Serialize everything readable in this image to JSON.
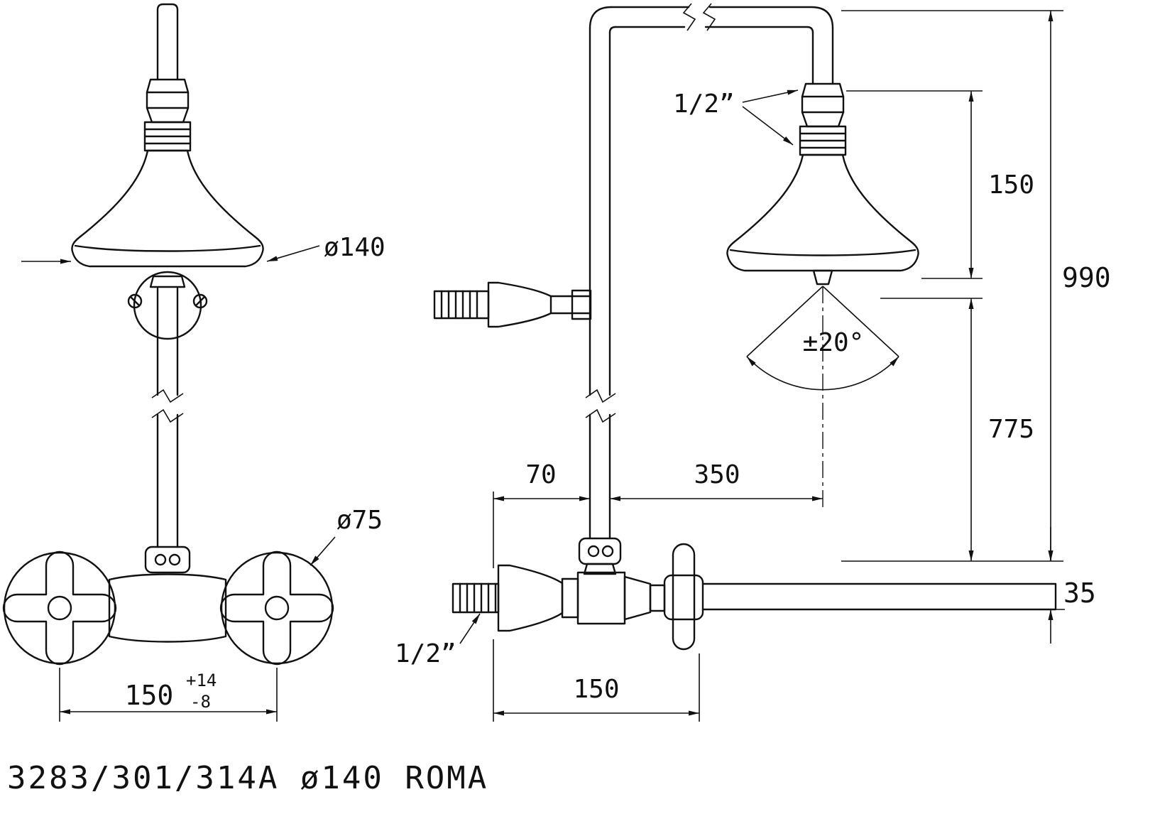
{
  "drawing": {
    "title": "3283/301/314A  ø140  ROMA",
    "line_color": "#111111",
    "background_color": "#ffffff",
    "labels": {
      "head_diameter": "ø140",
      "handle_diameter": "ø75",
      "handle_center_distance": "150",
      "tolerance_plus": "+14",
      "tolerance_minus": "-8",
      "thread_top": "1/2”",
      "thread_bottom": "1/2”",
      "offset_wall_to_riser": "70",
      "offset_riser_to_spray": "350",
      "head_drop": "150",
      "spray_drop": "775",
      "total_height": "990",
      "outlet_offset": "35",
      "spray_angle": "±20°",
      "wall_to_handle": "150"
    }
  }
}
